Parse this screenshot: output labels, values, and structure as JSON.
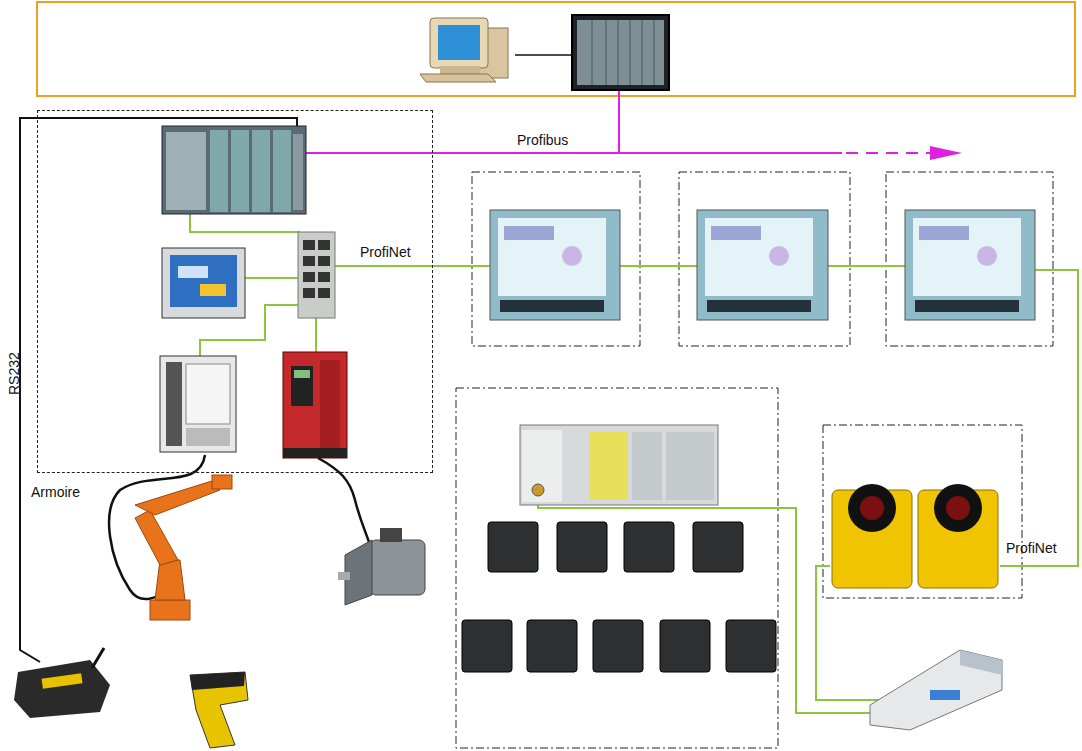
{
  "diagram": {
    "nodes": [
      {
        "text": [
          "Armoire"
        ]
      }
    ],
    "labels": [
      "Profibus",
      "ProfiNet",
      "RS232",
      "ProfiNet"
    ]
  }
}
